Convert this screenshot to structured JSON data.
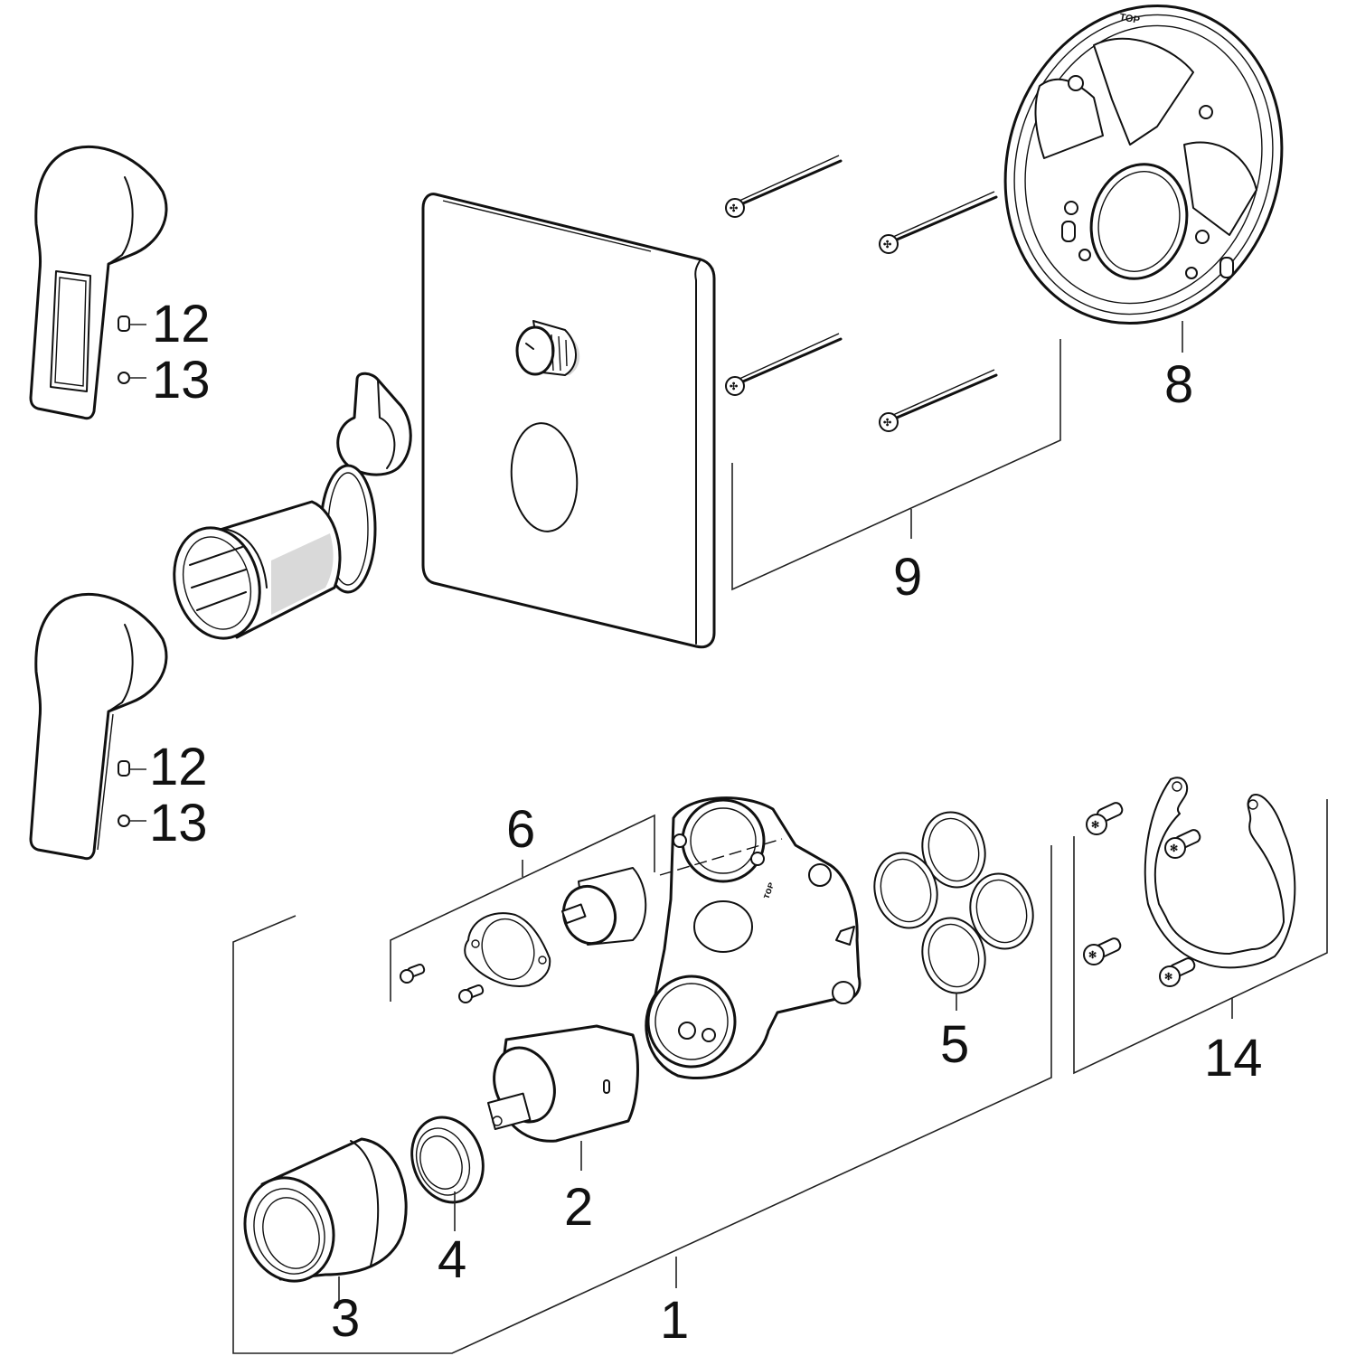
{
  "diagram": {
    "type": "exploded-parts-view",
    "subject": "concealed single-lever shower mixer with diverter",
    "accent_colors": {
      "line": "#111111",
      "shading": "#d9d9d9",
      "background": "#ffffff"
    },
    "callouts": [
      {
        "id": "1",
        "label": "1",
        "part": "mixer body set (bracket group incl. 2, 3, 4)"
      },
      {
        "id": "2",
        "label": "2",
        "part": "cartridge"
      },
      {
        "id": "3",
        "label": "3",
        "part": "sleeve nut"
      },
      {
        "id": "4",
        "label": "4",
        "part": "stop ring"
      },
      {
        "id": "5",
        "label": "5",
        "part": "o-rings (4)"
      },
      {
        "id": "6",
        "label": "6",
        "part": "diverter kit (screws, gasket, diverter cartridge)"
      },
      {
        "id": "8",
        "label": "8",
        "part": "mounting ring"
      },
      {
        "id": "9",
        "label": "9",
        "part": "screws (4)"
      },
      {
        "id": "12a",
        "label": "12",
        "part": "set screw cap (upper lever)"
      },
      {
        "id": "13a",
        "label": "13",
        "part": "set screw (upper lever)"
      },
      {
        "id": "12b",
        "label": "12",
        "part": "set screw cap (lower lever)"
      },
      {
        "id": "13b",
        "label": "13",
        "part": "set screw (lower lever)"
      },
      {
        "id": "14",
        "label": "14",
        "part": "mounting bracket with 4 screws"
      }
    ],
    "ring_marking": "TOP"
  }
}
